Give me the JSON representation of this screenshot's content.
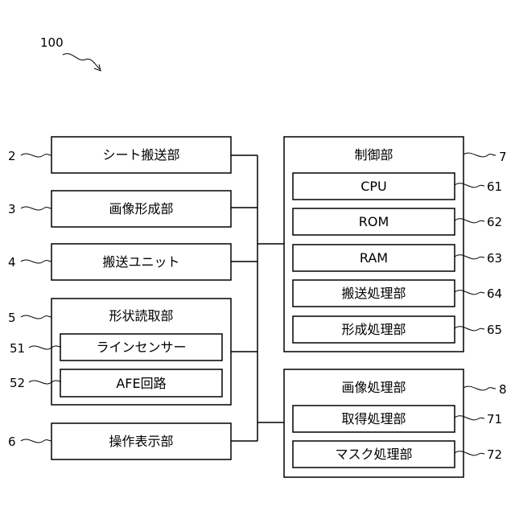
{
  "diagram_number": "100",
  "left_blocks": {
    "sheet_conveyance": {
      "ref": "2",
      "label": "シート搬送部"
    },
    "image_forming": {
      "ref": "3",
      "label": "画像形成部"
    },
    "conveyance_unit": {
      "ref": "4",
      "label": "搬送ユニット"
    },
    "shape_reading": {
      "ref": "5",
      "label": "形状読取部",
      "children": [
        {
          "ref": "51",
          "label": "ラインセンサー"
        },
        {
          "ref": "52",
          "label": "AFE回路"
        }
      ]
    },
    "operation_display": {
      "ref": "6",
      "label": "操作表示部"
    }
  },
  "right_blocks": {
    "control": {
      "ref": "7",
      "label": "制御部",
      "children": [
        {
          "ref": "61",
          "label": "CPU"
        },
        {
          "ref": "62",
          "label": "ROM"
        },
        {
          "ref": "63",
          "label": "RAM"
        },
        {
          "ref": "64",
          "label": "搬送処理部"
        },
        {
          "ref": "65",
          "label": "形成処理部"
        }
      ]
    },
    "image_processing": {
      "ref": "8",
      "label": "画像処理部",
      "children": [
        {
          "ref": "71",
          "label": "取得処理部"
        },
        {
          "ref": "72",
          "label": "マスク処理部"
        }
      ]
    }
  }
}
